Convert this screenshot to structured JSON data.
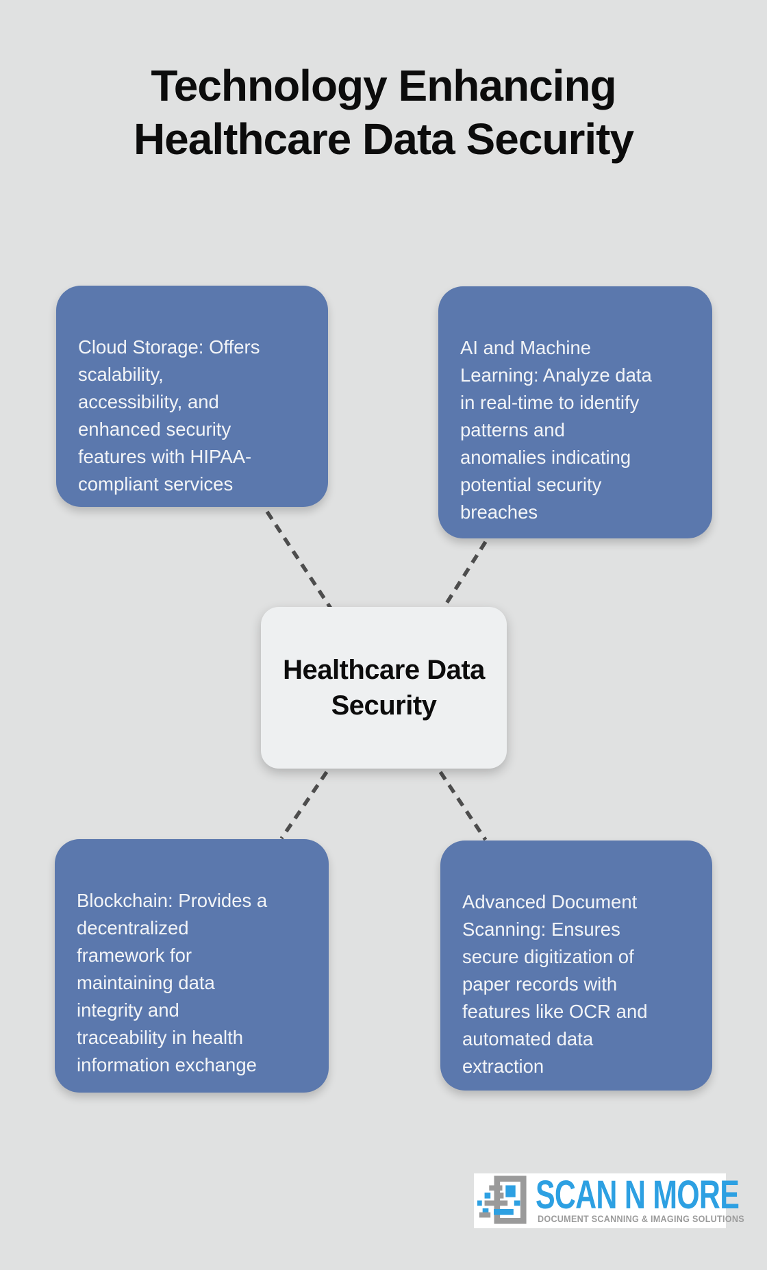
{
  "title": {
    "line1": "Technology Enhancing",
    "line2": "Healthcare Data Security"
  },
  "center_node": {
    "label": "Healthcare Data\nSecurity"
  },
  "nodes": [
    {
      "id": "cloud-storage",
      "text": "Cloud Storage: Offers\nscalability,\naccessibility, and\nenhanced security\nfeatures with HIPAA-\ncompliant services"
    },
    {
      "id": "ai-machine-learning",
      "text": "AI and Machine\nLearning: Analyze data\nin real-time to identify\npatterns and\nanomalies indicating\npotential security\nbreaches"
    },
    {
      "id": "blockchain",
      "text": "Blockchain: Provides a\ndecentralized\nframework for\nmaintaining data\nintegrity and\ntraceability in health\ninformation exchange"
    },
    {
      "id": "advanced-document-scanning",
      "text": "Advanced Document\nScanning: Ensures\nsecure digitization of\npaper records with\nfeatures like OCR and\nautomated data\nextraction"
    }
  ],
  "logo": {
    "name": "SCAN N MORE",
    "tagline": "DOCUMENT SCANNING & IMAGING SOLUTIONS"
  },
  "colors": {
    "background": "#e0e1e1",
    "node_blue": "#5b78ad",
    "node_text": "#f2f4f7",
    "center_node_bg": "#eef0f1",
    "title_text": "#0c0c0c",
    "connector_dash": "#4d4d4d",
    "logo_blue": "#2da0e2",
    "logo_gray": "#9b9b9b"
  }
}
